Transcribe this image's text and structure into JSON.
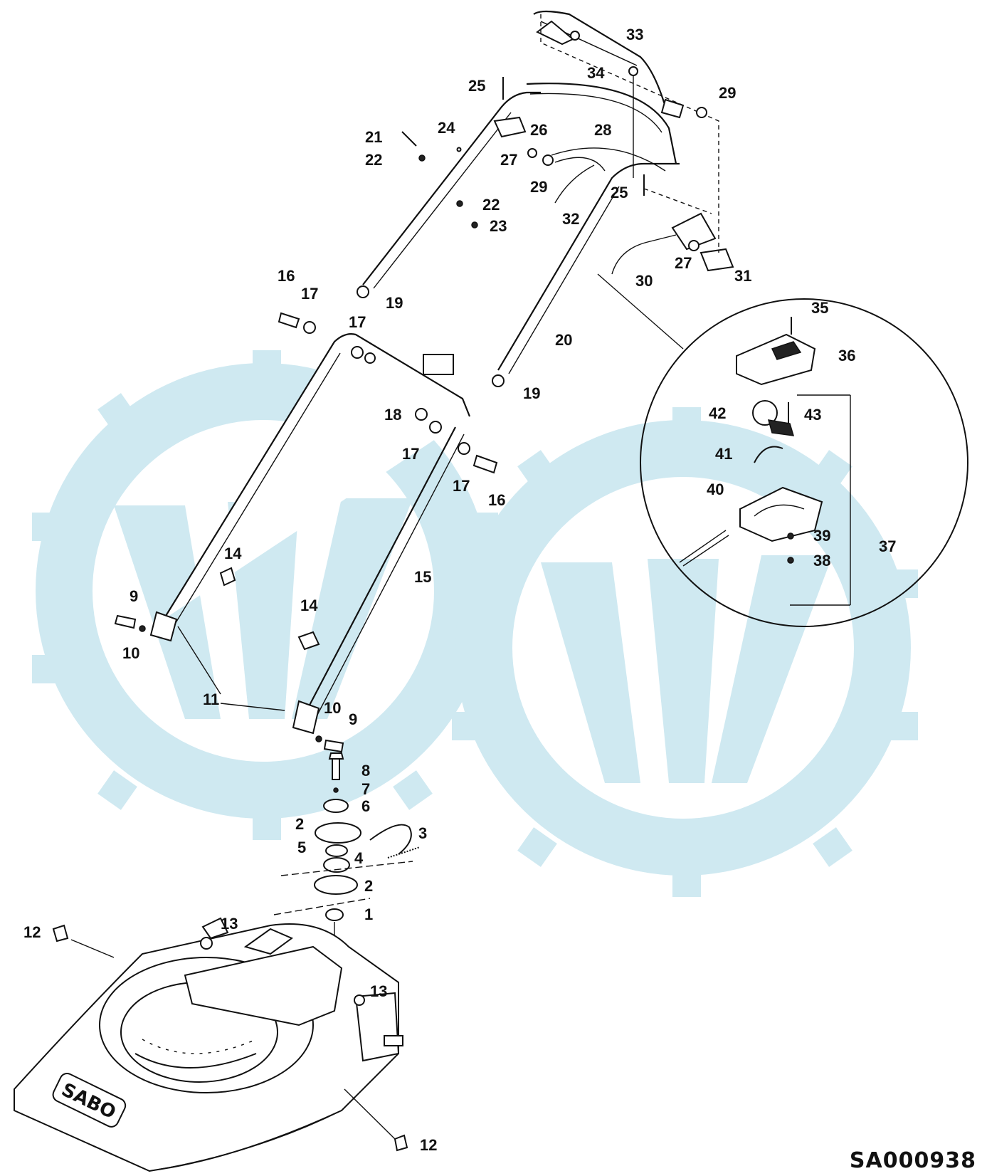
{
  "drawing_code": "SA000938",
  "brand_text": "SABO",
  "watermark_color": "#cfe9f1",
  "line_color": "#111111",
  "callouts": [
    "1",
    "2",
    "3",
    "4",
    "5",
    "6",
    "7",
    "8",
    "9",
    "10",
    "11",
    "12",
    "13",
    "14",
    "15",
    "16",
    "17",
    "18",
    "19",
    "20",
    "21",
    "22",
    "23",
    "24",
    "25",
    "26",
    "27",
    "28",
    "29",
    "30",
    "31",
    "32",
    "33",
    "34",
    "35",
    "36",
    "37",
    "38",
    "39",
    "40",
    "41",
    "42",
    "43"
  ]
}
